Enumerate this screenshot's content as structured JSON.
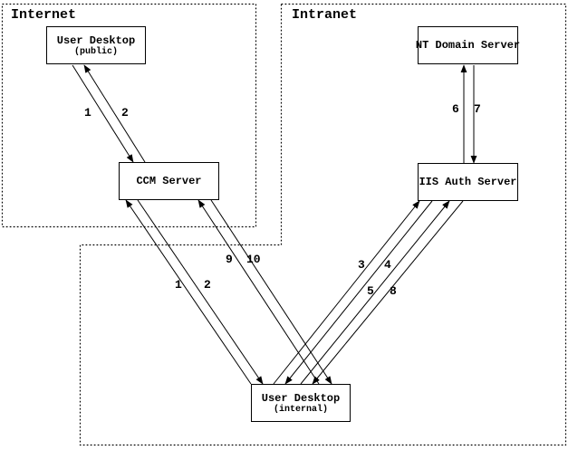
{
  "diagram": {
    "regions": {
      "internet": {
        "label": "Internet"
      },
      "intranet": {
        "label": "Intranet"
      }
    },
    "nodes": {
      "user_desktop_public": {
        "title": "User Desktop",
        "subtitle": "(public)"
      },
      "nt_domain_server": {
        "title": "NT Domain Server"
      },
      "ccm_server": {
        "title": "CCM Server"
      },
      "iis_auth_server": {
        "title": "IIS Auth Server"
      },
      "user_desktop_internal": {
        "title": "User Desktop",
        "subtitle": "(internal)"
      }
    },
    "step_labels": {
      "step1_public": "1",
      "step2_public": "2",
      "step1_internal": "1",
      "step2_internal": "2",
      "step3": "3",
      "step4": "4",
      "step5": "5",
      "step6": "6",
      "step7": "7",
      "step8": "8",
      "step9": "9",
      "step10": "10"
    },
    "colors": {
      "line": "#000000",
      "background": "#ffffff"
    }
  }
}
